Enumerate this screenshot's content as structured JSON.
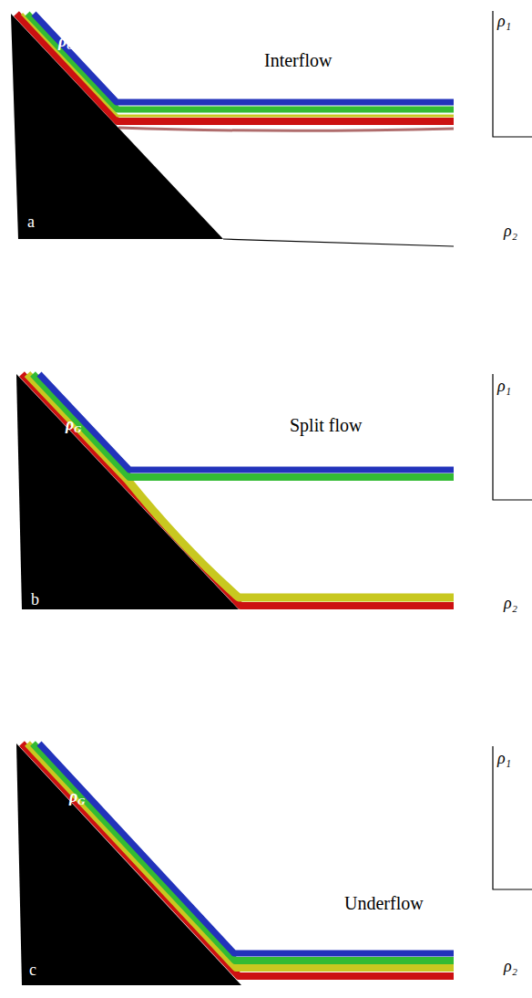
{
  "diagram": {
    "labels": [
      "ρG",
      "Interflow",
      "ρ₁",
      "a",
      "ρ₂",
      "ρG",
      "Split flow",
      "ρ₁",
      "b",
      "ρ₂",
      "ρG",
      "ρ₁",
      "Underflow",
      "c",
      "ρ₂"
    ]
  }
}
